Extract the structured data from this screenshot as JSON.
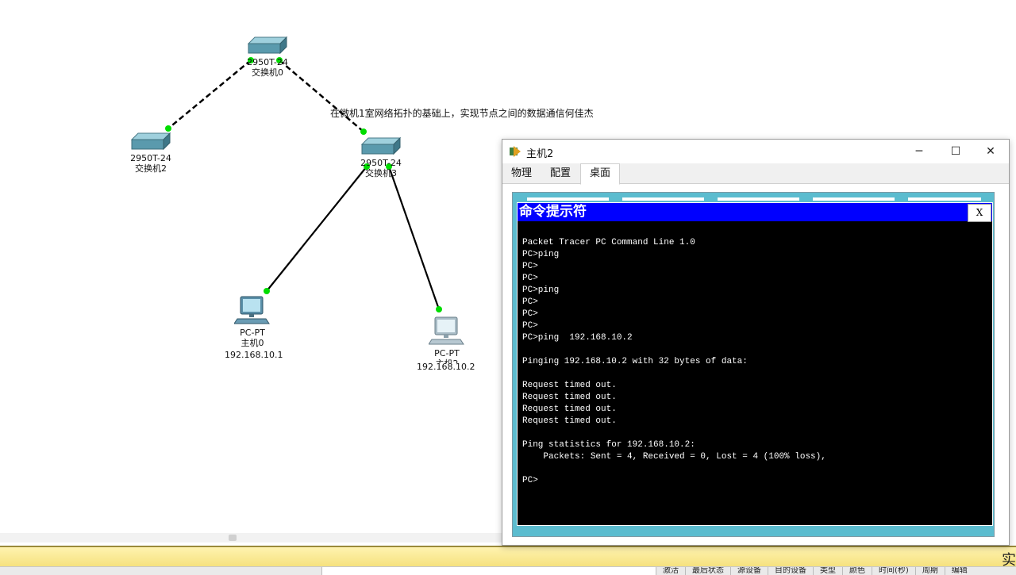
{
  "topology": {
    "note": "在微机1室网络拓扑的基础上，实现节点之间的数据通信何佳杰",
    "devices": [
      {
        "id": "switch0",
        "model": "2950T-24",
        "name": "交换机0"
      },
      {
        "id": "switch2",
        "model": "2950T-24",
        "name": "交换机2"
      },
      {
        "id": "switch3",
        "model": "2950T-24",
        "name": "交换机3"
      },
      {
        "id": "pc0",
        "model": "PC-PT",
        "name": "主机0",
        "ip": "192.168.10.1"
      },
      {
        "id": "pc2",
        "model": "PC-PT",
        "name": "主机2",
        "ip": "192.168.10.2"
      }
    ],
    "link_color": "#000000",
    "port_color": "#00dd00"
  },
  "window": {
    "title": "主机2",
    "tabs": [
      {
        "label": "物理",
        "active": false
      },
      {
        "label": "配置",
        "active": false
      },
      {
        "label": "桌面",
        "active": true
      }
    ],
    "controls": {
      "minimize": "─",
      "maximize": "☐",
      "close": "✕"
    }
  },
  "cmd": {
    "title": "命令提示符",
    "close_label": "X",
    "lines": [
      "Packet Tracer PC Command Line 1.0",
      "PC>ping",
      "PC>",
      "PC>",
      "PC>ping",
      "PC>",
      "PC>",
      "PC>",
      "PC>ping  192.168.10.2",
      "",
      "Pinging 192.168.10.2 with 32 bytes of data:",
      "",
      "Request timed out.",
      "Request timed out.",
      "Request timed out.",
      "Request timed out.",
      "",
      "Ping statistics for 192.168.10.2:",
      "    Packets: Sent = 4, Received = 0, Lost = 4 (100% loss),",
      "",
      "PC>"
    ]
  },
  "statusbar": {
    "right_glyph": "实",
    "columns": [
      "激活",
      "最后状态",
      "源设备",
      "目的设备",
      "类型",
      "颜色",
      "时间(秒)",
      "周期",
      "编辑"
    ]
  }
}
